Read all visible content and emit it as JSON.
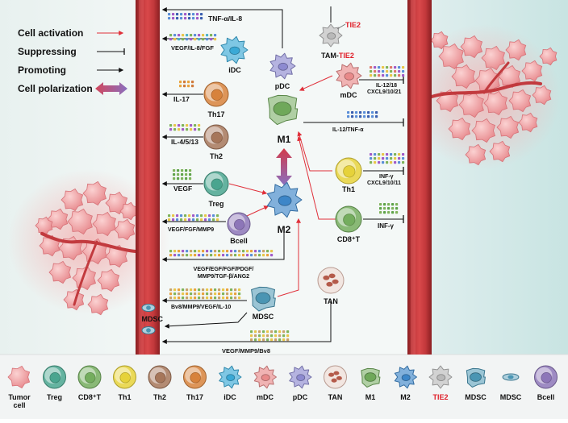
{
  "legend": {
    "activation": "Cell activation",
    "suppressing": "Suppressing",
    "promoting": "Promoting",
    "polarization": "Cell polarization"
  },
  "cells": {
    "pdc": "pDC",
    "idc": "iDC",
    "tam": "TAM-",
    "tam_suffix": "TIE2",
    "tie2_tag": "TIE2",
    "mdc": "mDC",
    "th17": "Th17",
    "th2": "Th2",
    "treg": "Treg",
    "bcell": "Bcell",
    "m1": "M1",
    "m2": "M2",
    "th1": "Th1",
    "cd8": "CD8⁺T",
    "mdsc": "MDSC",
    "mdsc_vessel": "MDSC",
    "tan": "TAN"
  },
  "factors": {
    "tnf_il8": "TNF-α/IL-8",
    "vegf_il8_fgf": "VEGF/IL-8/FGF",
    "il17": "IL-17",
    "il4513": "IL-4/5/13",
    "vegf": "VEGF",
    "vegf_fgf_mmp9": "VEGF/FGF/MMP9",
    "m2_line1": "VEGF/EGF/FGF/PDGF/",
    "m2_line2": "MMP9/TGF-β/ANG2",
    "mdsc_factors": "Bv8/MMP9/VEGF/IL-10",
    "tan_factors": "VEGF/MMP9/Bv8",
    "il1218": "IL-12/18",
    "cxcl91021": "CXCL9/10/21",
    "il12_tnf": "IL-12/TNF-α",
    "inf_g_th1": "INF-γ",
    "cxcl91011": "CXCL9/10/11",
    "inf_g_cd8": "INF-γ"
  },
  "bottom_legend": [
    {
      "key": "tumor",
      "label": "Tumor",
      "label2": "cell"
    },
    {
      "key": "treg",
      "label": "Treg"
    },
    {
      "key": "cd8",
      "label": "CD8⁺T"
    },
    {
      "key": "th1",
      "label": "Th1"
    },
    {
      "key": "th2",
      "label": "Th2"
    },
    {
      "key": "th17",
      "label": "Th17"
    },
    {
      "key": "idc",
      "label": "iDC"
    },
    {
      "key": "mdc",
      "label": "mDC"
    },
    {
      "key": "pdc",
      "label": "pDC"
    },
    {
      "key": "tan",
      "label": "TAN"
    },
    {
      "key": "m1",
      "label": "M1"
    },
    {
      "key": "m2",
      "label": "M2"
    },
    {
      "key": "tie2",
      "label": "TIE2"
    },
    {
      "key": "mdsc",
      "label": "MDSC"
    },
    {
      "key": "mdsc2",
      "label": "MDSC"
    },
    {
      "key": "bcell",
      "label": "Bcell"
    }
  ],
  "colors": {
    "activation": "#e0303a",
    "tie2": "#e0202a",
    "vessel": "#b62a2e",
    "m1": "#6fa85a",
    "m2": "#3d86c8",
    "treg": "#4aa58f",
    "cd8": "#74ad5e",
    "th1": "#e6d23a",
    "th2": "#a6765a",
    "th17": "#d7823c",
    "mdc": "#e88a8a",
    "pdc": "#8d8ad0",
    "idc": "#3aa9d6",
    "tan": "#b45a4a",
    "mdsc": "#4a95b3",
    "bcell": "#8d76b8"
  }
}
